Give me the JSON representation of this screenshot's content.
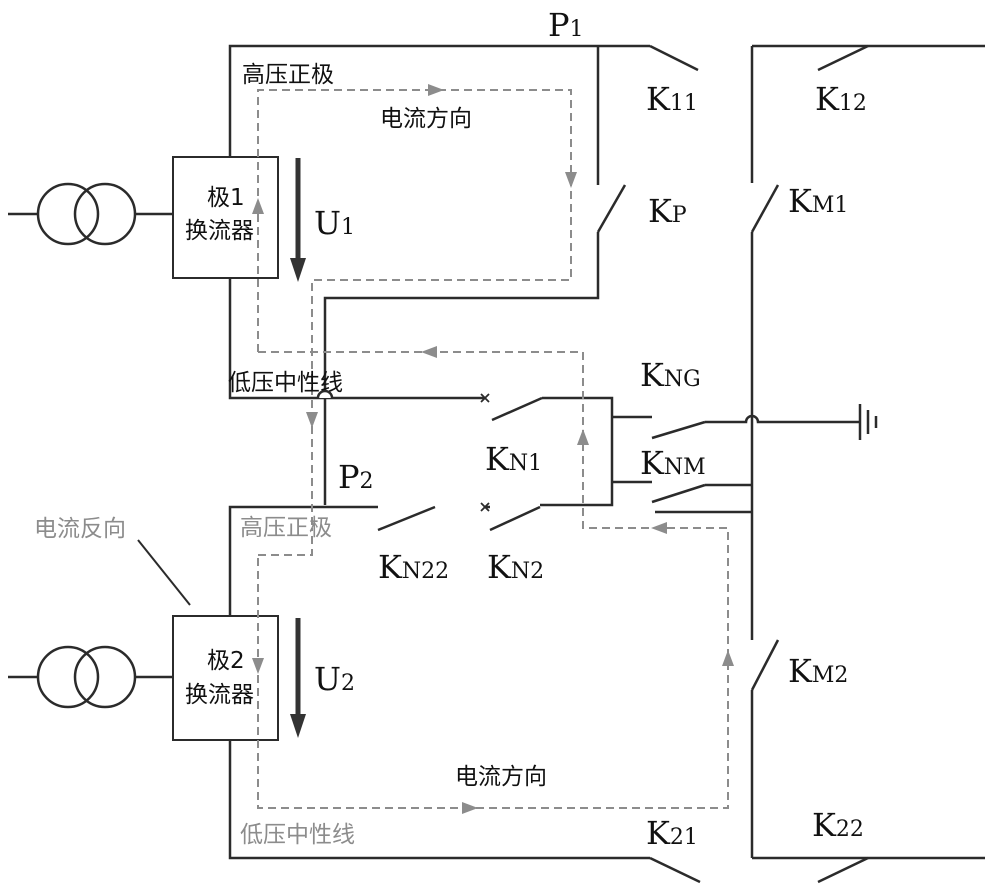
{
  "labels": {
    "p1": "P",
    "p1_sub": "1",
    "p2": "P",
    "p2_sub": "2",
    "k11": "K",
    "k11_sub": "11",
    "k12": "K",
    "k12_sub": "12",
    "kp": "K",
    "kp_sub": "P",
    "km1": "K",
    "km1_sub": "M1",
    "kng": "K",
    "kng_sub": "NG",
    "knm": "K",
    "knm_sub": "NM",
    "kn1": "K",
    "kn1_sub": "N1",
    "kn2": "K",
    "kn2_sub": "N2",
    "kn22": "K",
    "kn22_sub": "N22",
    "km2": "K",
    "km2_sub": "M2",
    "k21": "K",
    "k21_sub": "21",
    "k22": "K",
    "k22_sub": "22",
    "u1": "U",
    "u1_sub": "1",
    "u2": "U",
    "u2_sub": "2",
    "hv_pos_1": "高压正极",
    "hv_pos_2": "高压正极",
    "lv_neutral_1": "低压中性线",
    "lv_neutral_2": "低压中性线",
    "current_dir_1": "电流方向",
    "current_dir_2": "电流方向",
    "current_reverse": "电流反向",
    "conv1_line1": "极1",
    "conv1_line2": "换流器",
    "conv2_line1": "极2",
    "conv2_line2": "换流器"
  },
  "colors": {
    "wire": "#2b2b2b",
    "dashed_path": "#8c8c8c",
    "gray_text": "#8c8c8c",
    "arrow": "#333333"
  }
}
